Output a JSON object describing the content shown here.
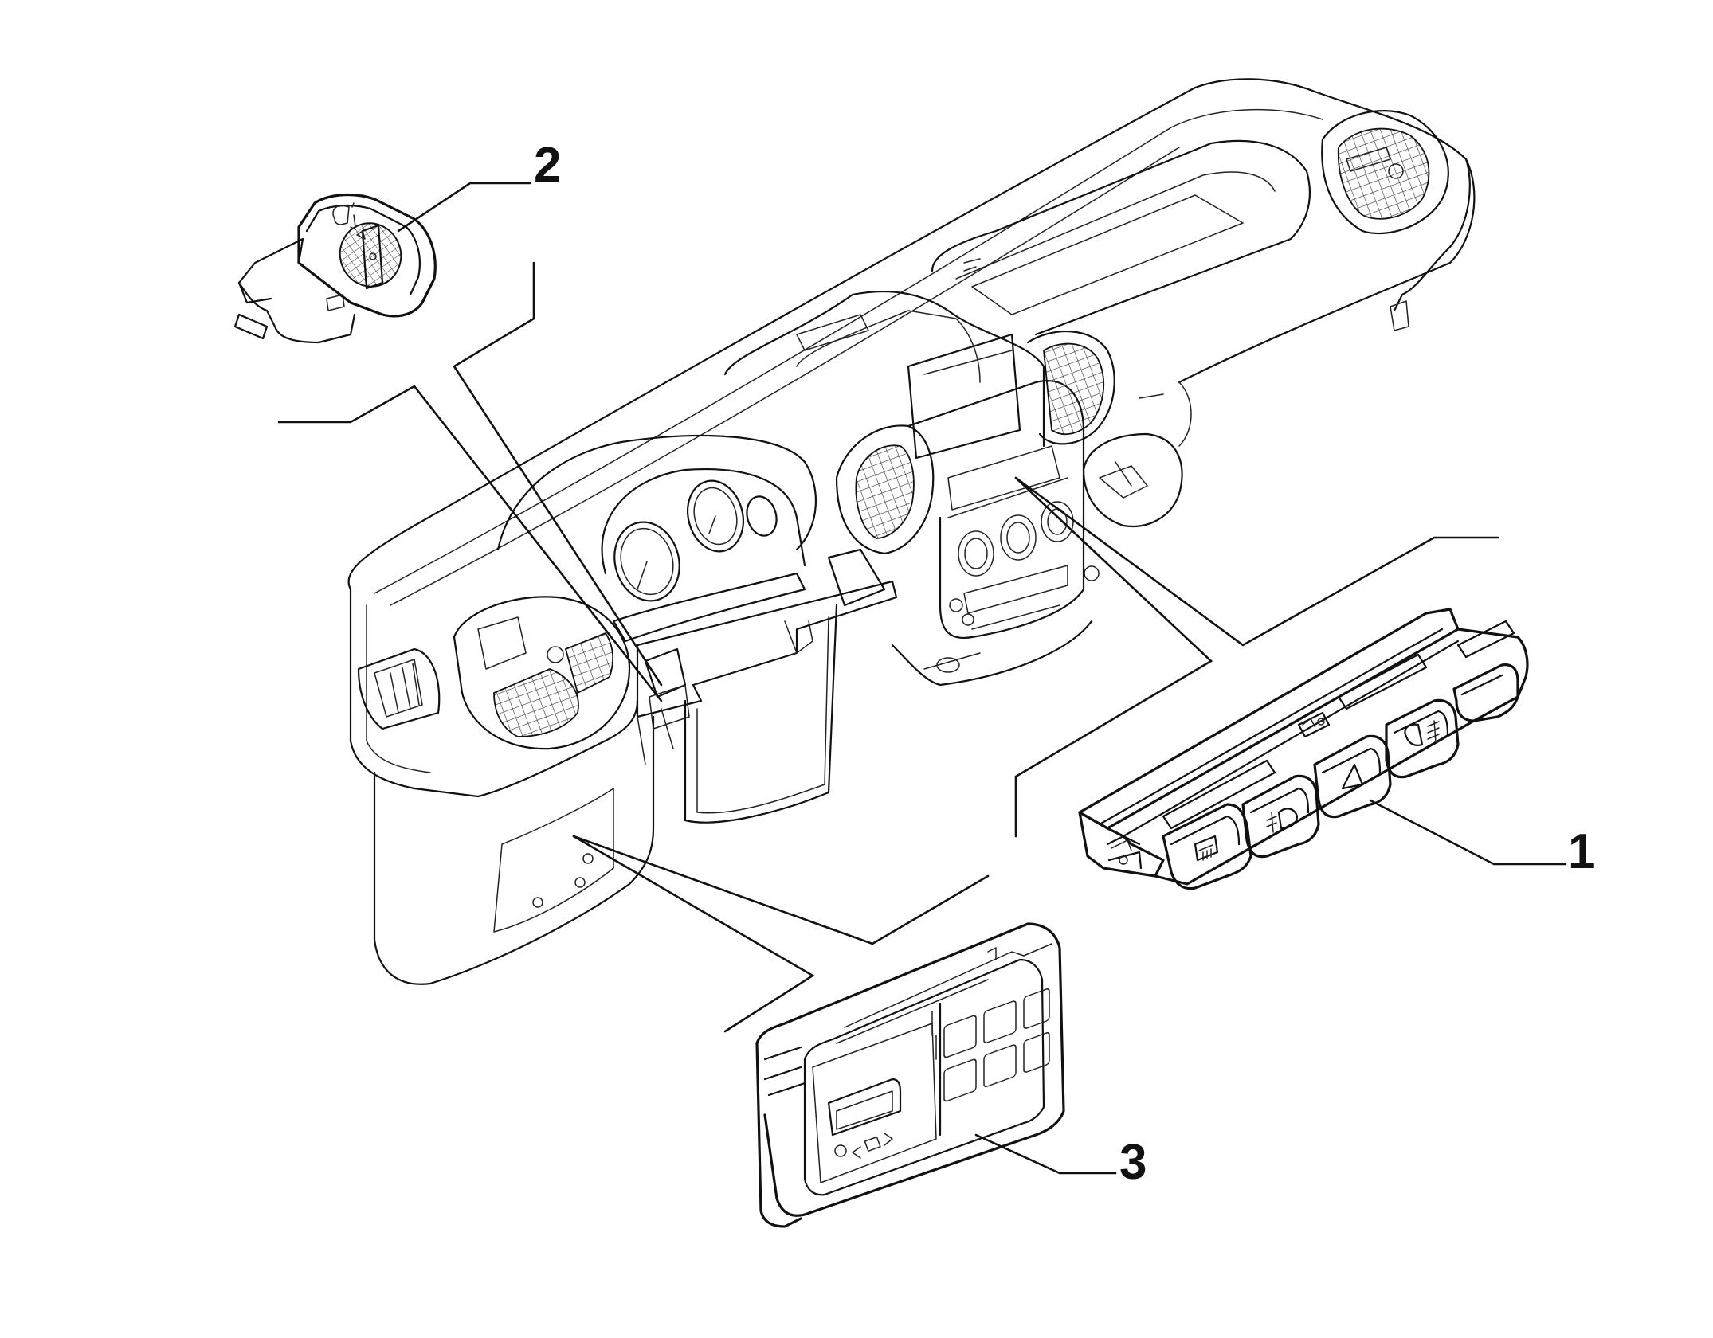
{
  "callouts": [
    {
      "id": "1",
      "label": "1"
    },
    {
      "id": "2",
      "label": "2"
    },
    {
      "id": "3",
      "label": "3"
    }
  ],
  "icons": [
    "headlamp-levelling-icon",
    "hazard-warning-icon",
    "rear-window-defrost-icon",
    "rear-fog-light-icon",
    "front-fog-light-icon",
    "trip-computer-display-icon"
  ],
  "colors": {
    "line": "#111111",
    "background": "#ffffff"
  }
}
